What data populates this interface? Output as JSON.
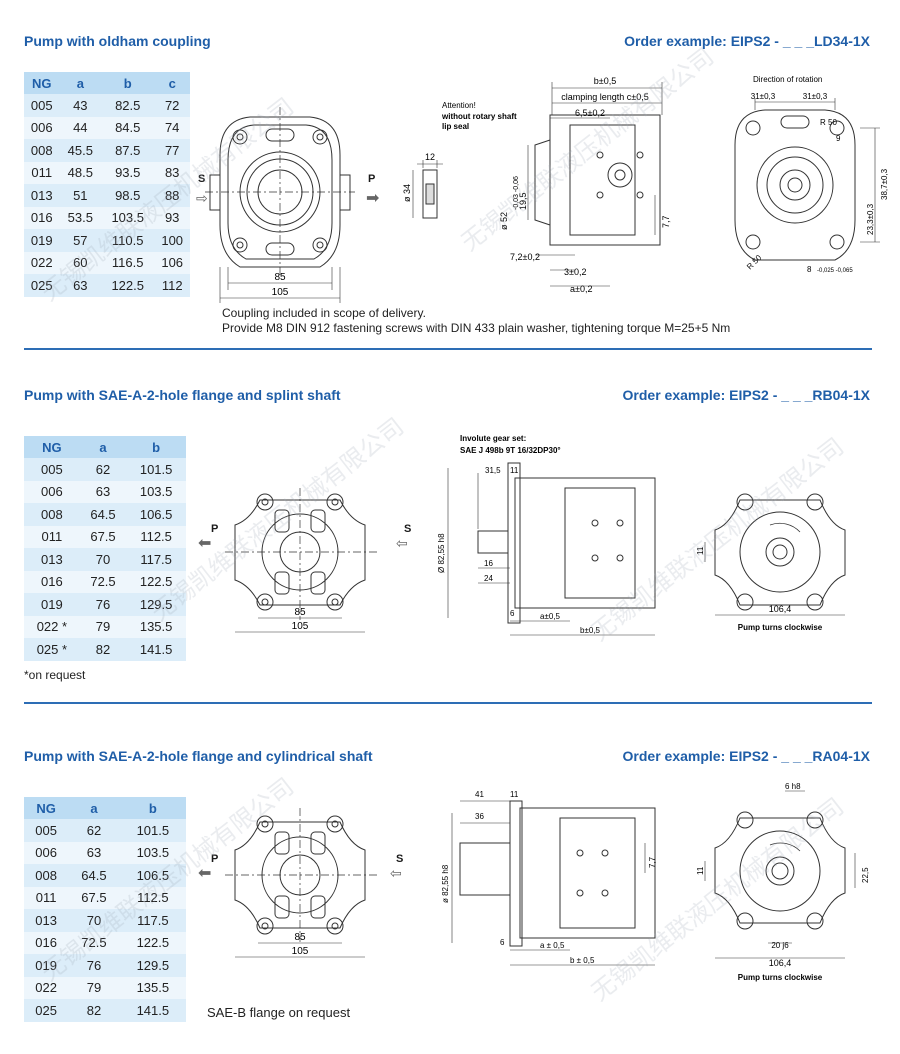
{
  "sections": [
    {
      "title": "Pump with oldham coupling",
      "order": "Order example: EIPS2 - _ _ _LD34-1X",
      "headers": [
        "NG",
        "a",
        "b",
        "c"
      ],
      "rows": [
        [
          "005",
          "43",
          "82.5",
          "72"
        ],
        [
          "006",
          "44",
          "84.5",
          "74"
        ],
        [
          "008",
          "45.5",
          "87.5",
          "77"
        ],
        [
          "011",
          "48.5",
          "93.5",
          "83"
        ],
        [
          "013",
          "51",
          "98.5",
          "88"
        ],
        [
          "016",
          "53.5",
          "103.5",
          "93"
        ],
        [
          "019",
          "57",
          "110.5",
          "100"
        ],
        [
          "022",
          "60",
          "116.5",
          "106"
        ],
        [
          "025",
          "63",
          "122.5",
          "112"
        ]
      ],
      "notes": [
        "Coupling included in scope of delivery.",
        "Provide M8 DIN 912 fastening screws with DIN 433 plain washer, tightening torque M=25+5 Nm"
      ]
    },
    {
      "title": "Pump with SAE-A-2-hole flange and splint shaft",
      "order": "Order example: EIPS2 - _ _ _RB04-1X",
      "headers": [
        "NG",
        "a",
        "b"
      ],
      "rows": [
        [
          "005",
          "62",
          "101.5"
        ],
        [
          "006",
          "63",
          "103.5"
        ],
        [
          "008",
          "64.5",
          "106.5"
        ],
        [
          "011",
          "67.5",
          "112.5"
        ],
        [
          "013",
          "70",
          "117.5"
        ],
        [
          "016",
          "72.5",
          "122.5"
        ],
        [
          "019",
          "76",
          "129.5"
        ],
        [
          "022 *",
          "79",
          "135.5"
        ],
        [
          "025 *",
          "82",
          "141.5"
        ]
      ],
      "notes": [
        "*on request"
      ]
    },
    {
      "title": "Pump with SAE-A-2-hole flange and cylindrical shaft",
      "order": "Order example: EIPS2 - _ _ _RA04-1X",
      "headers": [
        "NG",
        "a",
        "b"
      ],
      "rows": [
        [
          "005",
          "62",
          "101.5"
        ],
        [
          "006",
          "63",
          "103.5"
        ],
        [
          "008",
          "64.5",
          "106.5"
        ],
        [
          "011",
          "67.5",
          "112.5"
        ],
        [
          "013",
          "70",
          "117.5"
        ],
        [
          "016",
          "72.5",
          "122.5"
        ],
        [
          "019",
          "76",
          "129.5"
        ],
        [
          "022",
          "79",
          "135.5"
        ],
        [
          "025",
          "82",
          "141.5"
        ]
      ],
      "notes": [
        "SAE-B flange on request"
      ]
    }
  ],
  "drawings": {
    "s1": {
      "S": "S",
      "P": "P",
      "dim85": "85",
      "dim105": "105",
      "coupling12": "12",
      "coupling34": "ø 34",
      "attention": "Attention!",
      "without_rotary": "without rotary shaft",
      "lip_seal": "lip seal",
      "b05": "b±0,5",
      "clamping": "clamping length c±0,5",
      "d65": "6,5±0,2",
      "d52": "ø 52",
      "d52tol": "-0,03 -0,06",
      "d195": "19,5",
      "d77": "7,7",
      "d72": "7,2±0,2",
      "d3": "3±0,2",
      "a02": "a±0,2",
      "direction": "Direction of rotation",
      "d31a": "31±0,3",
      "d31b": "31±0,3",
      "r50a": "R 50",
      "r50b": "R 50",
      "nine": "9",
      "d233": "23,3±0,3",
      "d387": "38,7±0,3",
      "d8": "8",
      "d8tol": "-0,025 -0,065"
    },
    "s2": {
      "P": "P",
      "S": "S",
      "dim85": "85",
      "dim105": "105",
      "involute": "Involute gear set:",
      "sae": "SAE J 498b  9T 16/32DP30°",
      "d315": "31,5",
      "d11": "11",
      "d8255": "Ø 82,55 h8",
      "d16": "16",
      "d24": "24",
      "d6": "6",
      "a05": "a±0,5",
      "b05": "b±0,5",
      "d1064": "106,4",
      "d11b": "11",
      "clockwise": "Pump turns clockwise"
    },
    "s3": {
      "P": "P",
      "S": "S",
      "dim85": "85",
      "dim105": "105",
      "d41": "41",
      "d11": "11",
      "d36": "36",
      "d8255": "ø 82,55 h8",
      "d77": "7,7",
      "d6": "6",
      "a05": "a ± 0,5",
      "b05": "b ± 0,5",
      "d6h8": "6 h8",
      "d225": "22,5",
      "d11b": "11",
      "d20": "20 j6",
      "d1064": "106,4",
      "clockwise": "Pump turns clockwise"
    }
  },
  "watermark": "无锡凯维联液压机械有限公司"
}
